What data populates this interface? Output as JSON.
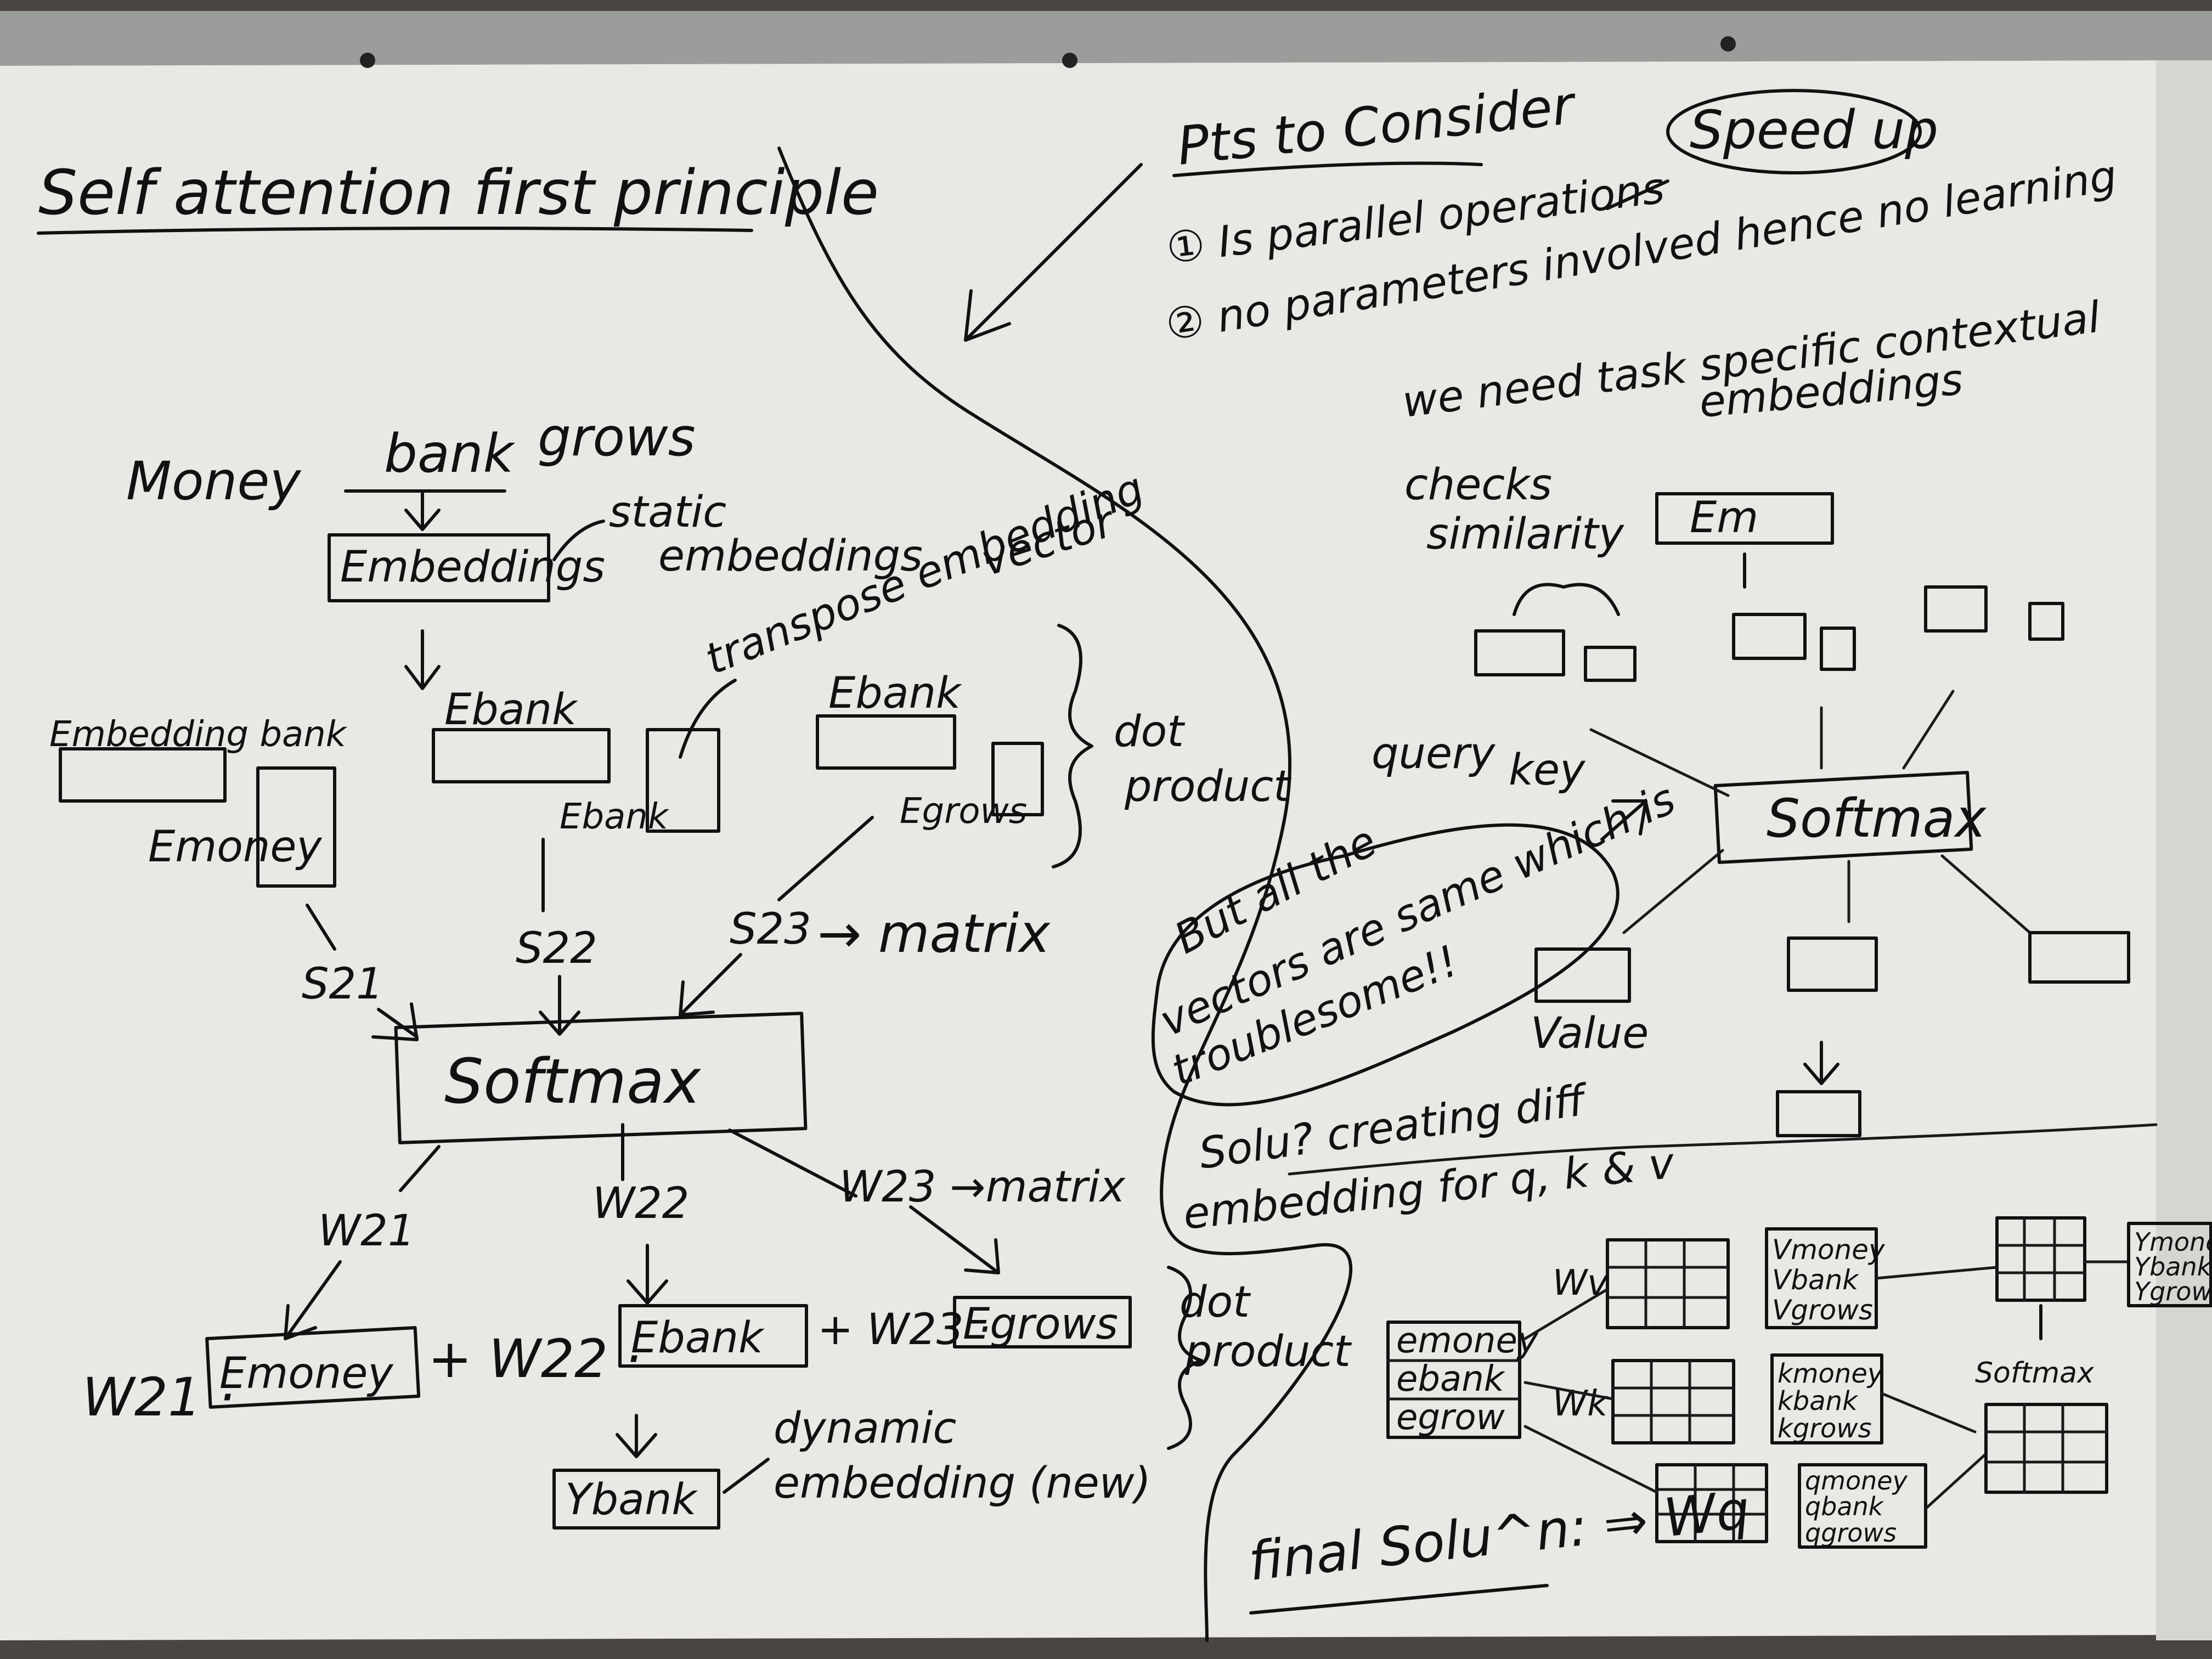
{
  "board": {
    "background": "#ecebe7",
    "frame_color": "#9c9d9b",
    "ink_color": "#111111"
  },
  "left": {
    "title": "Self attention first principle",
    "words": {
      "money": "Money",
      "bank": "bank",
      "grows": "grows"
    },
    "embeddings_box": "Embeddings",
    "static_note_1": "static",
    "static_note_2": "embeddings",
    "transpose_note_1": "transpose embedding",
    "transpose_note_2": "vector",
    "ebank_label_1": "Ebank",
    "embedding_bank": "Embedding bank",
    "emoney": "Emoney",
    "ebank_col": "Ebank",
    "ebank_label_2": "Ebank",
    "egrows_col": "Egrows",
    "dot_product_1": "dot",
    "dot_product_2": "product",
    "s21": "S21",
    "s22": "S22",
    "s23": "S23",
    "matrix_1": "→ matrix",
    "softmax": "Softmax",
    "w21": "W21",
    "w22": "W22",
    "w23": "W23 →matrix",
    "sum_w21": "W21 ·",
    "emoney_box": "Emoney",
    "sum_w22": "+ W22 ·",
    "ebank_box": "Ebank",
    "sum_w23": "+ W23 ·",
    "egrows_box": "Egrows",
    "ybank": "Ybank",
    "dynamic_1": "dynamic",
    "dynamic_2": "embedding (new)"
  },
  "right": {
    "pts_title": "Pts to Consider",
    "speed_up": "Speed up",
    "point1": "① Is parallel operations",
    "point2": "② no parameters involved hence no learning",
    "need_1": "we need task specific contextual",
    "need_2": "embeddings",
    "checks_1": "checks",
    "checks_2": "similarity",
    "em": "Em",
    "query": "query",
    "key": "key",
    "value": "Value",
    "softmax": "Softmax",
    "cloud_1": "But all the",
    "cloud_2": "vectors are same which is",
    "cloud_3": "troublesome!!",
    "solu_1": "Solu? creating diff",
    "solu_2": "embedding for q, k & v",
    "dot_product_1": "dot",
    "dot_product_2": "product",
    "emb_rows": [
      "emoney",
      "ebank",
      "egrow"
    ],
    "wv": "Wv",
    "wk": "Wk",
    "v_rows": [
      "Vmoney",
      "Vbank",
      "Vgrows"
    ],
    "k_rows": [
      "kmoney",
      "kbank",
      "kgrows"
    ],
    "q_rows": [
      "qmoney",
      "qbank",
      "qgrows"
    ],
    "softmax_small": "Softmax",
    "y_rows": [
      "Ymoney",
      "Ybank",
      "Ygrows"
    ],
    "final_solu": "final Solu^n: ⇒ Wq"
  }
}
